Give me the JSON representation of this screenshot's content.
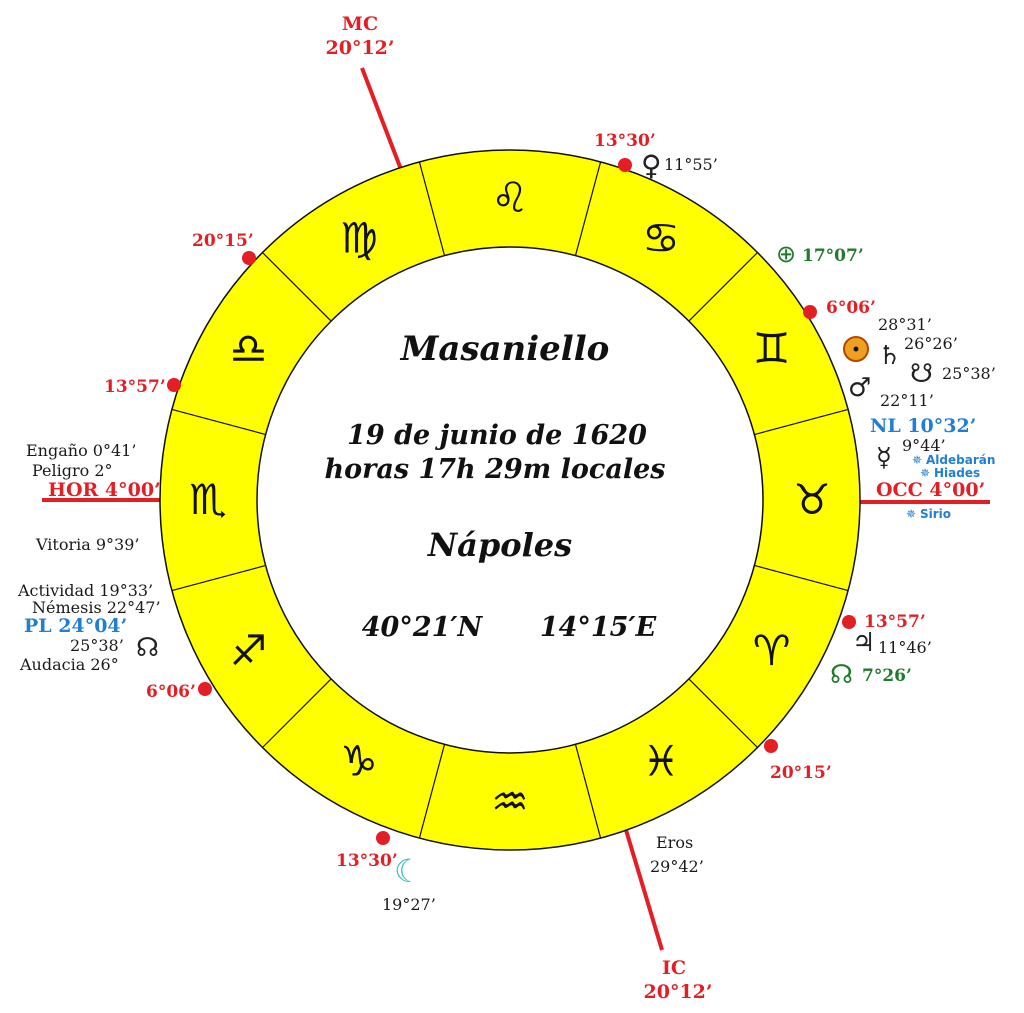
{
  "center": {
    "name": "Masaniello",
    "date": "19 de junio de 1620",
    "time": "horas 17h 29m locales",
    "place": "Nápoles",
    "latitude": "40°21′N",
    "longitude": "14°15′E"
  },
  "colors": {
    "ring_fill": "#ffff00",
    "axis_red": "#e31e24",
    "blue": "#1f7fd6",
    "green": "#1f7a2c"
  },
  "signs": [
    "virgo",
    "leo",
    "cancer",
    "gemini",
    "taurus",
    "aries",
    "pisces",
    "aquarius",
    "capricorn",
    "sagittarius",
    "scorpio",
    "libra"
  ],
  "sign_glyphs": {
    "virgo": "♍",
    "leo": "♌",
    "cancer": "♋",
    "gemini": "♊",
    "taurus": "♉",
    "aries": "♈",
    "pisces": "♓",
    "aquarius": "♒",
    "capricorn": "♑",
    "sagittarius": "♐",
    "scorpio": "♏",
    "libra": "♎"
  },
  "axes": {
    "mc": {
      "name": "MC",
      "degree": "20°12’"
    },
    "ic": {
      "name": "IC",
      "degree": "20°12’"
    },
    "hor": "HOR  4°00’",
    "occ": "OCC  4°00’"
  },
  "cusps": [
    {
      "id": "13-30-top",
      "label": "13°30’"
    },
    {
      "id": "20-15-upper-left",
      "label": "20°15’"
    },
    {
      "id": "6-06-upper-right",
      "label": "6°06’"
    },
    {
      "id": "13-57-left",
      "label": "13°57’"
    },
    {
      "id": "13-57-right",
      "label": "13°57’"
    },
    {
      "id": "6-06-lower-left",
      "label": "6°06’"
    },
    {
      "id": "20-15-lower-right",
      "label": "20°15’"
    },
    {
      "id": "13-30-bottom",
      "label": "13°30’"
    }
  ],
  "planets": {
    "venus": {
      "glyph": "♀",
      "degree": "11°55’"
    },
    "earth": {
      "glyph": "⊕",
      "degree": "17°07’"
    },
    "sun": {
      "degree": "28°31’"
    },
    "saturn": {
      "glyph": "♄",
      "degree": "26°26’"
    },
    "south_node_right": {
      "glyph": "☋",
      "degree": "25°38’"
    },
    "mars": {
      "glyph": "♂",
      "degree": "22°11’"
    },
    "mercury": {
      "glyph": "☿",
      "degree": "9°44’"
    },
    "jupiter": {
      "glyph": "♃",
      "degree": "11°46’"
    },
    "node_green": {
      "degree": "7°26’"
    },
    "moon": {
      "glyph": "☾",
      "degree": "19°27’"
    },
    "south_node_left": {
      "glyph": "☊",
      "degree": "25°38’"
    }
  },
  "points": {
    "nl": "NL 10°32’",
    "pl": "PL 24°04’",
    "engano": "Engaño 0°41’",
    "peligro": "Peligro 2°",
    "vitoria": "Vitoria  9°39’",
    "actividad": "Actividad 19°33’",
    "nemesis": "Némesis 22°47’",
    "audacia": "Audacia  26°",
    "eros_name": "Eros",
    "eros_degree": "29°42’"
  },
  "stars": {
    "aldebaran": "Aldebarán",
    "hiades": "Hiades",
    "sirio": "Sirio"
  }
}
